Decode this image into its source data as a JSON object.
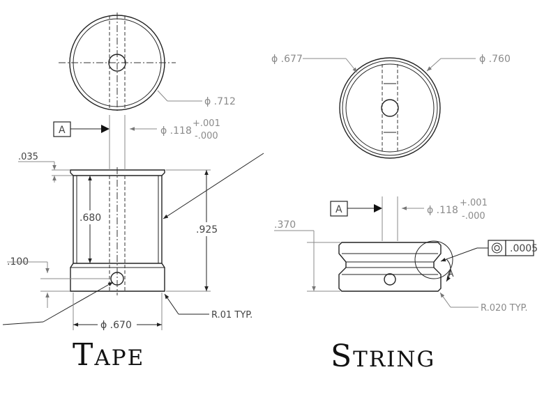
{
  "tape": {
    "title": "Tape",
    "top_view_diameter": "ϕ .712",
    "datum_label": "A",
    "hole_diameter": "ϕ .118",
    "hole_tol_plus": "+.001",
    "hole_tol_minus": "-.000",
    "flange_thickness": ".035",
    "body_height": ".680",
    "total_height": ".925",
    "hole_offset": ".100",
    "base_diameter": "ϕ .670",
    "radius_note": "R.01 TYP."
  },
  "string": {
    "title": "String",
    "inner_diameter": "ϕ .677",
    "outer_diameter": "ϕ .760",
    "datum_label": "A",
    "hole_diameter": "ϕ .118",
    "hole_tol_plus": "+.001",
    "hole_tol_minus": "-.000",
    "height": ".370",
    "runout_tolerance": ".0005",
    "detail_label": "A",
    "radius_note": "R.020 TYP."
  }
}
